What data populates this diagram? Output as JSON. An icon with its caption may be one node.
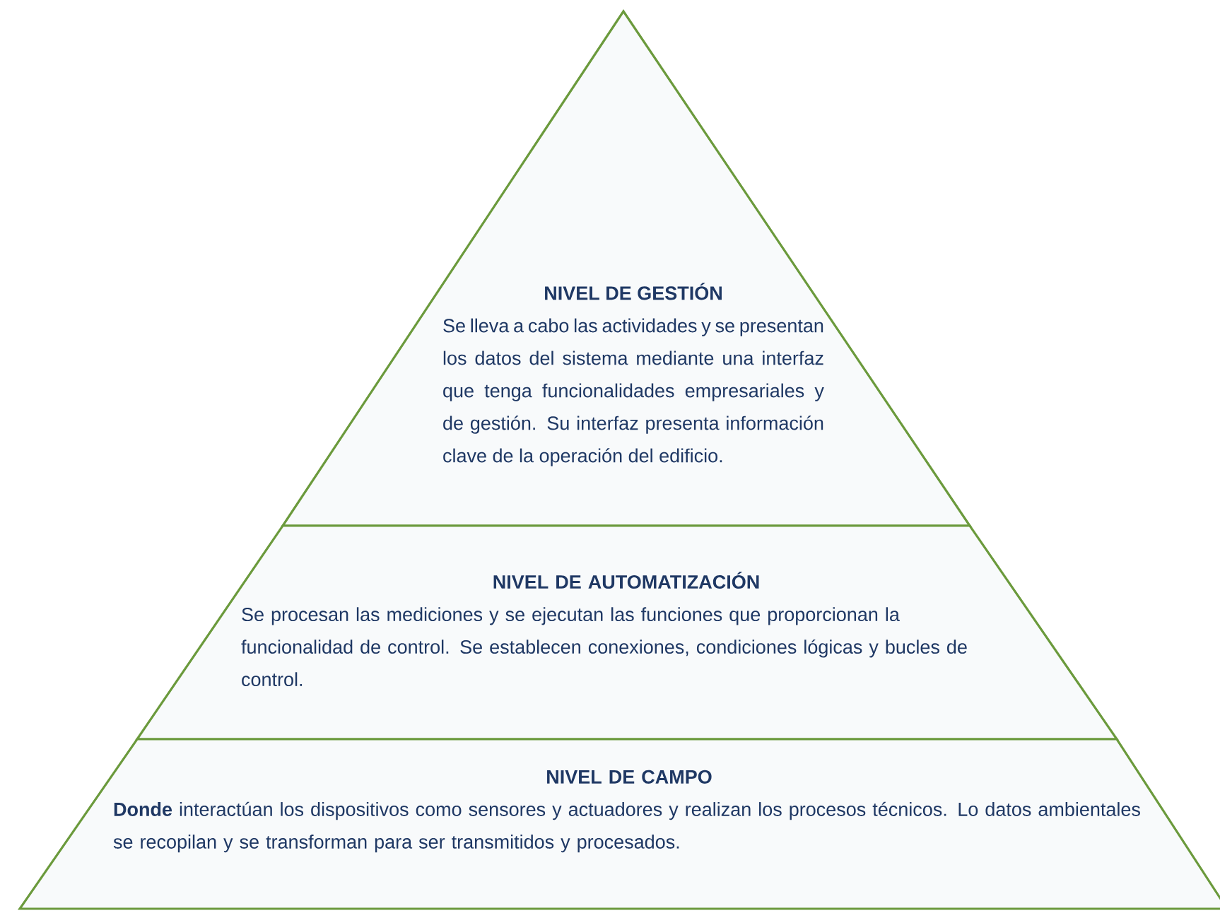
{
  "diagram": {
    "nodes": [
      {
        "text": [
          "NIVEL DE GESTIÓN",
          "Se lleva a cabo las actividades y se presentan los datos del sistema mediante una interfaz que tenga funcionalidades empresariales y de gestión. Su interfaz presenta información clave de la operación del edificio."
        ]
      },
      {
        "text": [
          "NIVEL DE AUTOMATIZACIÓN",
          "Se procesan las mediciones y se ejecutan las funciones que proporcionan la funcionalidad de control. Se establecen conexiones, condiciones lógicas y bucles de control."
        ]
      },
      {
        "text": [
          "NIVEL DE CAMPO",
          "**Donde** interactúan los dispositivos como sensores y actuadores y realizan los procesos técnicos. Lo datos ambientales se recopilan y se transforman para ser transmitidos y procesados."
        ]
      }
    ]
  }
}
